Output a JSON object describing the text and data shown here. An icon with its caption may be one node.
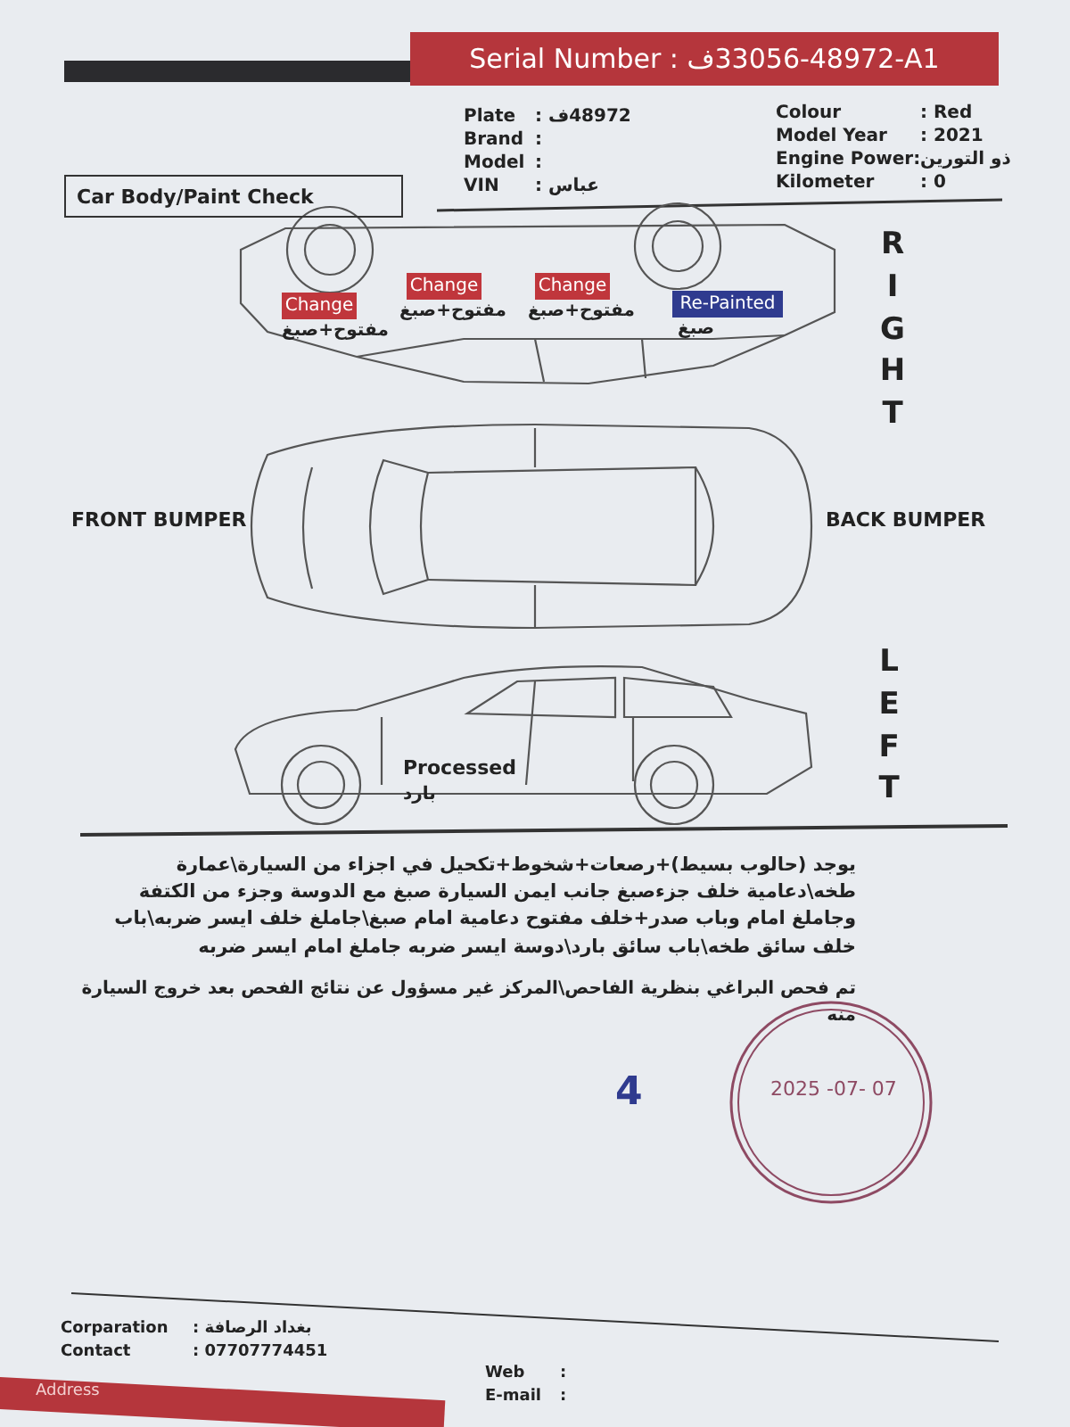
{
  "diagram": {
    "nodes": [
      {
        "text": [
          "Serial Number :  ف33056-48972-A1"
        ]
      },
      {
        "text": [
          "Car Body/Paint Check"
        ]
      },
      {
        "text": [
          "Change"
        ],
        "beside": [
          "مفتوح+صبغ"
        ]
      },
      {
        "text": [
          "Change"
        ],
        "beside": [
          "مفتوح+صبغ"
        ]
      },
      {
        "text": [
          "Change"
        ],
        "beside": [
          "مفتوح+صبغ"
        ]
      },
      {
        "text": [
          "Re-Painted"
        ],
        "beside": [
          "صبغ"
        ]
      }
    ],
    "labels": [
      "Plate",
      ": ف48972",
      "Brand",
      ":",
      "Model",
      ":",
      "VIN",
      ": عباس",
      "Colour",
      ": Red",
      "Model Year",
      ": 2021",
      "Engine Power:",
      "ذو التورين",
      "Kilometer",
      ": 0",
      "RIGHT",
      "FRONT BUMPER",
      "BACK BUMPER",
      "LEFT",
      "Processed",
      "بارد",
      "يوجد (حالوب بسيط)+رصعات+شخوط+تكحيل في اجزاء من السيارة\\عمارة طخه\\دعامية خلف جزءصبغ جانب ايمن السيارة صبغ مع الدوسة وجزء من الكتفة وجاملغ امام وباب صدر+خلف مفتوح دعامية امام صبغ\\جاملغ خلف ايسر ضربه\\باب خلف سائق طخه\\باب سائق بارد\\دوسة ايسر ضربه جاملغ امام ايسر ضربه",
      "تم فحص البراغي بنظرية الفاحص\\المركز غير مسؤول عن نتائج الفحص بعد خروج السيارة منه",
      "4",
      "2025 -07- 07",
      "Corparation",
      ": بغداد الرصافة",
      "Contact",
      ": 07707774451",
      "Web",
      ":",
      "E-mail",
      ":",
      "Address"
    ]
  }
}
